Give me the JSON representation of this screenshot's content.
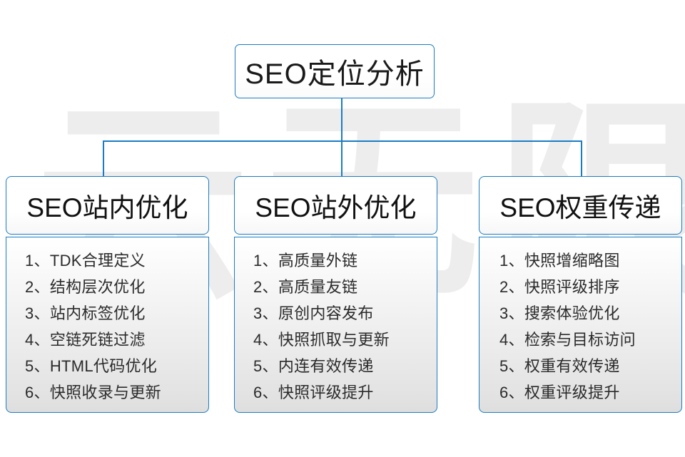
{
  "diagram": {
    "root": {
      "title": "SEO定位分析"
    },
    "accent_color": "#1a7cc4",
    "watermark": "云无限",
    "branches": [
      {
        "heading": "SEO站内优化",
        "items": [
          "1、TDK合理定义",
          "2、结构层次优化",
          "3、站内标签优化",
          "4、空链死链过滤",
          "5、HTML代码优化",
          "6、快照收录与更新"
        ]
      },
      {
        "heading": "SEO站外优化",
        "items": [
          "1、高质量外链",
          "2、高质量友链",
          "3、原创内容发布",
          "4、快照抓取与更新",
          "5、内连有效传递",
          "6、快照评级提升"
        ]
      },
      {
        "heading": "SEO权重传递",
        "items": [
          "1、快照增缩略图",
          "2、快照评级排序",
          "3、搜索体验优化",
          "4、检索与目标访问",
          "5、权重有效传递",
          "6、权重评级提升"
        ]
      }
    ]
  }
}
